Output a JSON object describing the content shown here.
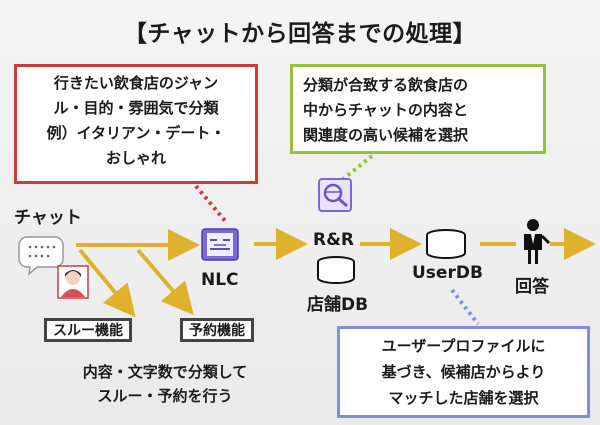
{
  "title": "【チャットから回答までの処理】",
  "callouts": {
    "genre": [
      "行きたい飲食店のジャン",
      "ル・目的・雰囲気で分類",
      "例）イタリアン・デート・",
      "おしゃれ"
    ],
    "candidate": [
      "分類が合致する飲食店の",
      "中からチャットの内容と",
      "関連度の高い候補を選択"
    ],
    "profile": [
      "ユーザープロファイルに",
      "基づき、候補店からより",
      "マッチした店舗を選択"
    ]
  },
  "nodes": {
    "chat": "チャット",
    "nlc": "NLC",
    "rr": "R&R",
    "store_db": "店舗DB",
    "user_db": "UserDB",
    "answer": "回答"
  },
  "branches": {
    "through": "スルー機能",
    "reserve": "予約機能",
    "desc": [
      "内容・文字数で分類して",
      "スルー・予約を行う"
    ]
  },
  "colors": {
    "arrow": "#e0b12d",
    "red": "#cf3b3b",
    "green": "#96c13f",
    "blue": "#7f8fe0",
    "purple": "#6a55c9"
  }
}
